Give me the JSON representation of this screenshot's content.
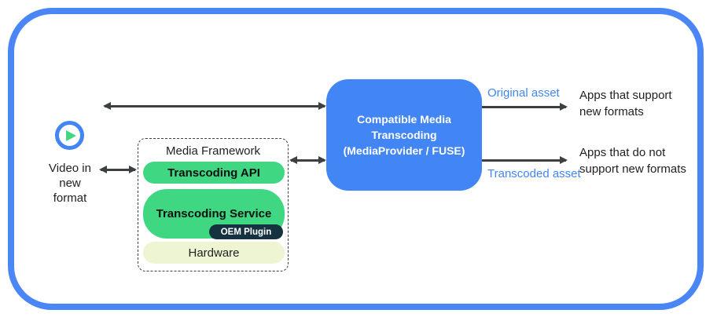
{
  "colors": {
    "frame_blue": "#4a86f5",
    "box_blue": "#4285f4",
    "pill_green": "#40d783",
    "oem_navy": "#14323f",
    "hardware_cream": "#eef5d2",
    "arrow_gray": "#3c4043"
  },
  "source": {
    "icon": "play-icon",
    "label": "Video in\nnew\nformat"
  },
  "framework": {
    "title": "Media Framework",
    "api_label": "Transcoding API",
    "service_label": "Transcoding Service",
    "oem_label": "OEM Plugin",
    "hardware_label": "Hardware"
  },
  "transcoder": {
    "label": "Compatible Media\nTranscoding\n(MediaProvider / FUSE)"
  },
  "outputs": {
    "original_asset_label": "Original asset",
    "original_target": "Apps that support\nnew formats",
    "transcoded_asset_label": "Transcoded asset",
    "transcoded_target": "Apps that do not\nsupport new formats"
  }
}
